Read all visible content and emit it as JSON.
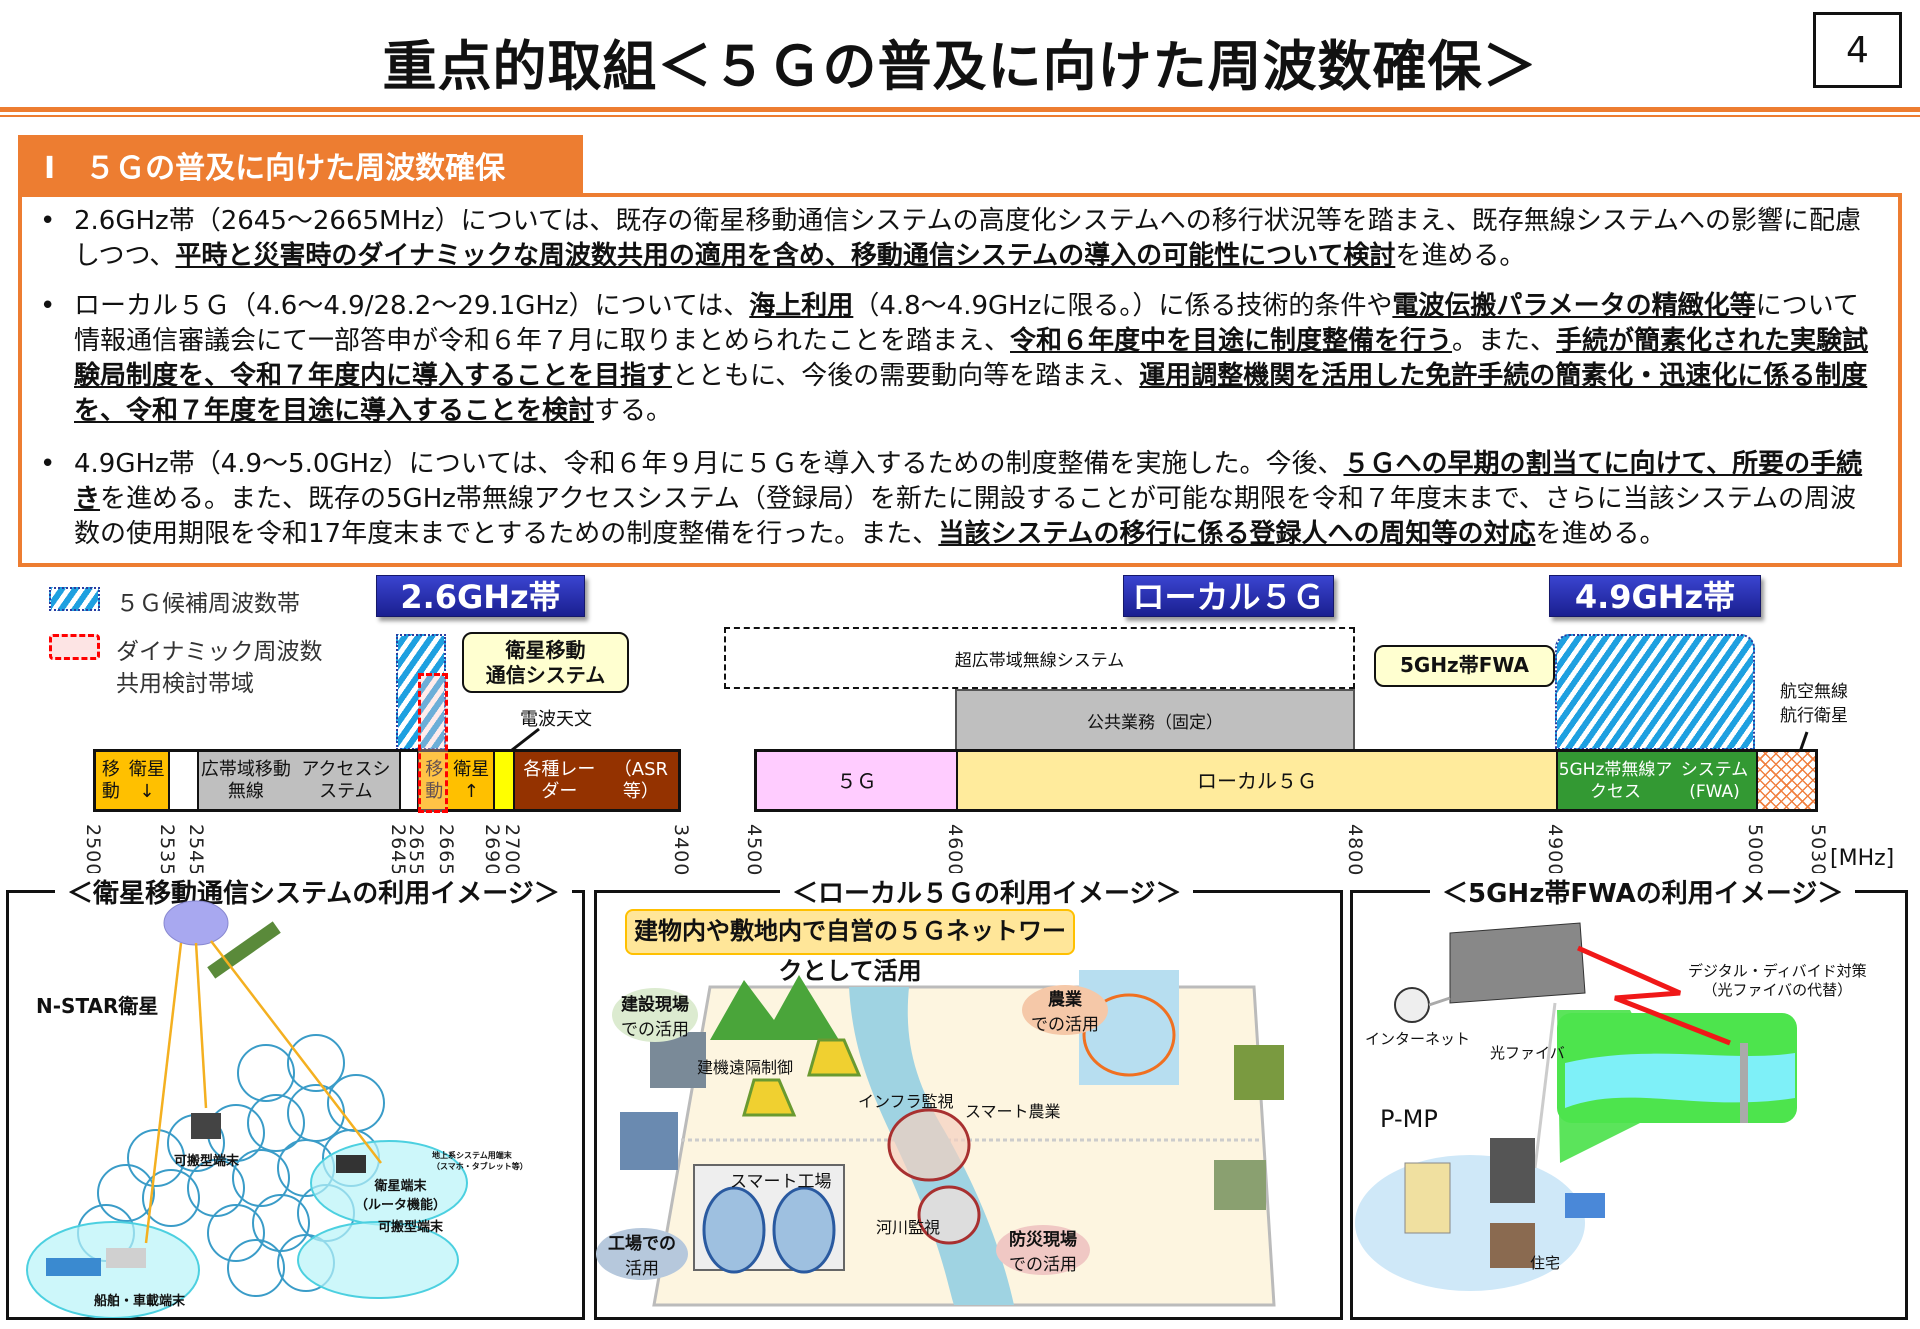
{
  "header": {
    "title": "重点的取組＜５Ｇの普及に向けた周波数確保＞",
    "page_number": "4"
  },
  "section": {
    "heading": "Ⅰ　５Ｇの普及に向けた周波数確保",
    "bullet_marker": "•",
    "bullets": [
      {
        "segments": [
          {
            "text": "2.6GHz帯（2645～2665MHz）については、既存の衛星移動通信システムの高度化システムへの移行状況等を踏まえ、既存無線システムへの影響に配慮しつつ、",
            "emphasis": false
          },
          {
            "text": "平時と災害時のダイナミックな周波数共用の適用を含め、移動通信システムの導入の可能性について検討",
            "emphasis": true
          },
          {
            "text": "を進める。",
            "emphasis": false
          }
        ]
      },
      {
        "segments": [
          {
            "text": "ローカル５Ｇ（4.6～4.9/28.2～29.1GHz）については、",
            "emphasis": false
          },
          {
            "text": "海上利用",
            "emphasis": true
          },
          {
            "text": "（4.8～4.9GHzに限る。）に係る技術的条件や",
            "emphasis": false
          },
          {
            "text": "電波伝搬パラメータの精緻化等",
            "emphasis": true
          },
          {
            "text": "について情報通信審議会にて一部答申が令和６年７月に取りまとめられたことを踏まえ、",
            "emphasis": false
          },
          {
            "text": "令和６年度中を目途に制度整備を行う",
            "emphasis": true
          },
          {
            "text": "。また、",
            "emphasis": false
          },
          {
            "text": "手続が簡素化された実験試験局制度を、令和７年度内に導入することを目指す",
            "emphasis": true
          },
          {
            "text": "とともに、今後の需要動向等を踏まえ、",
            "emphasis": false
          },
          {
            "text": "運用調整機関を活用した免許手続の簡素化・迅速化に係る制度を、令和７年度を目途に導入することを検討",
            "emphasis": true
          },
          {
            "text": "する。",
            "emphasis": false
          }
        ]
      },
      {
        "segments": [
          {
            "text": "4.9GHz帯（4.9～5.0GHz）については、令和６年９月に５Ｇを導入するための制度整備を実施した。今後、",
            "emphasis": false
          },
          {
            "text": "５Ｇへの早期の割当てに向けて、所要の手続き",
            "emphasis": true
          },
          {
            "text": "を進める。また、既存の5GHz帯無線アクセスシステム（登録局）を新たに開設することが可能な期限を令和７年度末まで、さらに当該システムの周波数の使用期限を令和17年度末までとするための制度整備を行った。また、",
            "emphasis": false
          },
          {
            "text": "当該システムの移行に係る登録人への周知等の対応",
            "emphasis": true
          },
          {
            "text": "を進める。",
            "emphasis": false
          }
        ]
      }
    ]
  },
  "legend": {
    "candidate": "５Ｇ候補周波数帯",
    "dynamic_line1": "ダイナミック周波数",
    "dynamic_line2": "共用検討帯域"
  },
  "band_26": {
    "label": "2.6GHz帯",
    "callout_line1": "衛星移動",
    "callout_line2": "通信システム",
    "radio_astronomy": "電波天文",
    "segments": [
      {
        "line1": "移動",
        "line2": "衛星↓",
        "color": "#ffc000"
      },
      {
        "line1": "",
        "line2": "",
        "color": "#ffffff"
      },
      {
        "line1": "広帯域移動無線",
        "line2": "アクセスシステム",
        "color": "#bfbfbf"
      },
      {
        "line1": "",
        "line2": "",
        "color": "#ffffff"
      },
      {
        "line1": "移動",
        "line2": "衛星↑",
        "color": "#ffc000"
      },
      {
        "line1": "",
        "line2": "",
        "color": "#ffff00"
      },
      {
        "line1": "各種レーダー",
        "line2": "（ASR等）",
        "color": "#943200"
      }
    ],
    "ticks": [
      "2500",
      "2535",
      "2545",
      "2645",
      "2655",
      "2665",
      "2690",
      "2700",
      "3400"
    ]
  },
  "band_local5g": {
    "label": "ローカル５Ｇ",
    "uwb": "超広帯域無線システム",
    "public_fixed": "公共業務（固定）",
    "fwa_callout": "5GHz帯FWA",
    "segments": [
      {
        "line1": "５Ｇ",
        "line2": "",
        "color": "#ffccff"
      },
      {
        "line1": "ローカル５Ｇ",
        "line2": "",
        "color": "#ffeb9c"
      },
      {
        "line1": "5GHz帯無線アクセス",
        "line2": "システム(FWA)",
        "color": "#339933"
      }
    ],
    "aero_line1": "航空無線",
    "aero_line2": "航行衛星",
    "ticks": [
      "4500",
      "4600",
      "4800",
      "4900",
      "5000",
      "5030"
    ],
    "unit": "[MHz]"
  },
  "band_49": {
    "label": "4.9GHz帯"
  },
  "panels": {
    "satellite": {
      "title": "＜衛星移動通信システムの利用イメージ＞",
      "nstar": "N-STAR衛星",
      "portable1": "可搬型端末",
      "sat_terminal1": "衛星端末",
      "sat_terminal2": "（ルータ機能）",
      "ground1": "地上系システム用端末",
      "ground2": "（スマホ・タブレット等）",
      "portable2": "可搬型端末",
      "ship": "船舶・車載端末"
    },
    "local5g": {
      "title": "＜ローカル５Ｇの利用イメージ＞",
      "banner": "建物内や敷地内で自営の５Ｇネットワークとして活用",
      "construction1": "建設現場",
      "construction2": "での活用",
      "remote": "建機遠隔制御",
      "infra": "インフラ監視",
      "smart_agri": "スマート農業",
      "agri1": "農業",
      "agri2": "での活用",
      "smart_factory": "スマート工場",
      "factory1": "工場での",
      "factory2": "活用",
      "river": "河川監視",
      "disaster1": "防災現場",
      "disaster2": "での活用"
    },
    "fwa": {
      "title": "＜5GHz帯FWAの利用イメージ＞",
      "internet": "インターネット",
      "fiber": "光ファイバ",
      "divide1": "デジタル・ディバイド対策",
      "divide2": "（光ファイバの代替）",
      "pmp": "P-MP",
      "house": "住宅"
    }
  }
}
